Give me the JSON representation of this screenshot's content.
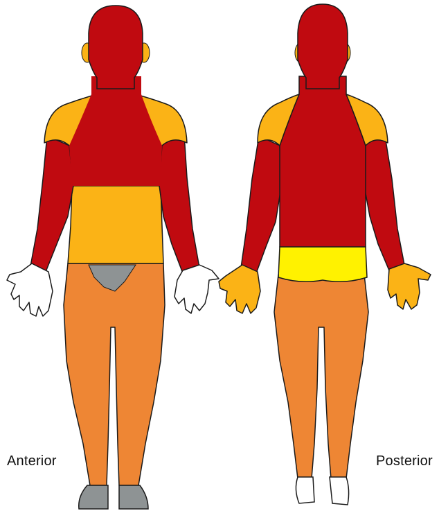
{
  "figure": {
    "labels": {
      "anterior": "Anterior",
      "posterior": "Posterior"
    },
    "colors": {
      "dark_red": "#C00A10",
      "amber": "#FBB316",
      "orange": "#EE8634",
      "yellow": "#FFF200",
      "gray": "#8E9394",
      "white": "#FFFFFF",
      "outline": "#1A1A1A"
    },
    "regions": {
      "anterior": {
        "head_neck": "dark_red",
        "ears": "amber",
        "shoulders": "amber",
        "chest": "dark_red",
        "abdomen": "amber",
        "arms": "dark_red",
        "hands": "white",
        "genital_area": "gray",
        "legs": "orange",
        "feet": "gray"
      },
      "posterior": {
        "head_neck": "dark_red",
        "ears": "amber",
        "shoulders": "amber",
        "back": "dark_red",
        "buttocks": "yellow",
        "arms": "dark_red",
        "hands": "amber",
        "legs": "orange",
        "feet": "white"
      }
    }
  }
}
